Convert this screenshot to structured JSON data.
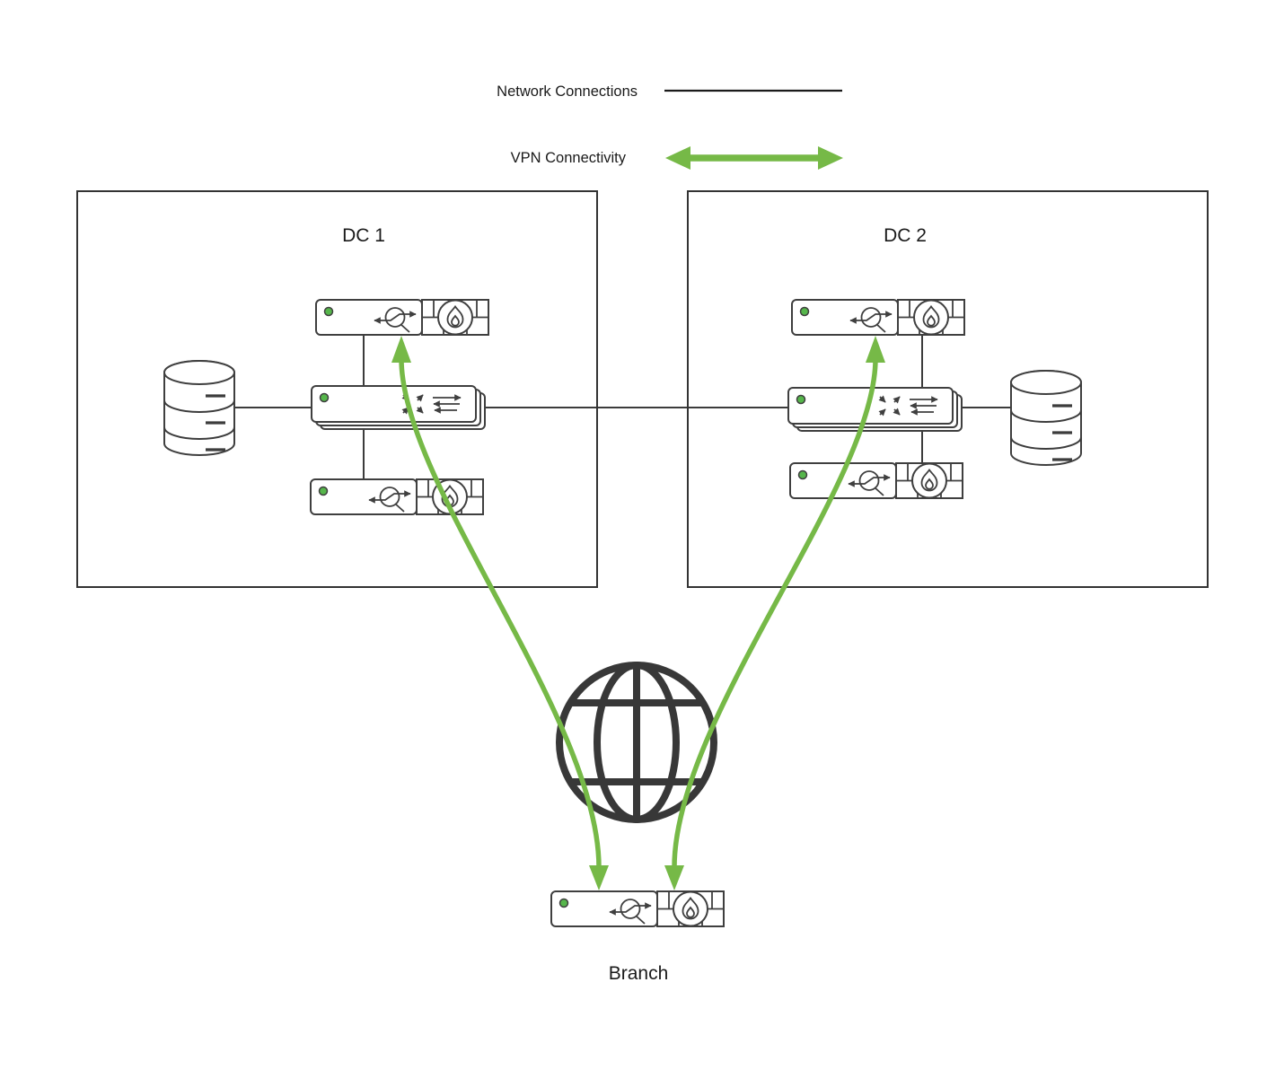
{
  "legend": {
    "items": [
      {
        "label": "Network Connections",
        "symbol": "solid-line"
      },
      {
        "label": "VPN Connectivity",
        "symbol": "double-headed-arrow"
      }
    ]
  },
  "sites": {
    "dc1": {
      "title": "DC 1",
      "devices": [
        "router-firewall",
        "switch-stack",
        "router-firewall",
        "database"
      ]
    },
    "dc2": {
      "title": "DC 2",
      "devices": [
        "router-firewall",
        "switch-stack",
        "router-firewall",
        "database"
      ]
    },
    "branch": {
      "title": "Branch",
      "devices": [
        "router-firewall"
      ]
    },
    "internet": {
      "devices": [
        "globe"
      ]
    }
  },
  "icons": {
    "router": "circle-with-through-arrows",
    "firewall": "brick-wall-with-flame-circle",
    "switch_stack": "stacked-plates-with-cross-and-flow-arrows",
    "database": "cylinder-three-tiers",
    "internet": "globe-grid",
    "status_led": "green-dot"
  },
  "colors": {
    "vpn_green": "#76b947",
    "connection_black": "#1a1a1a",
    "device_stroke": "#3f3f3f",
    "status_led_green": "#56b64b"
  }
}
